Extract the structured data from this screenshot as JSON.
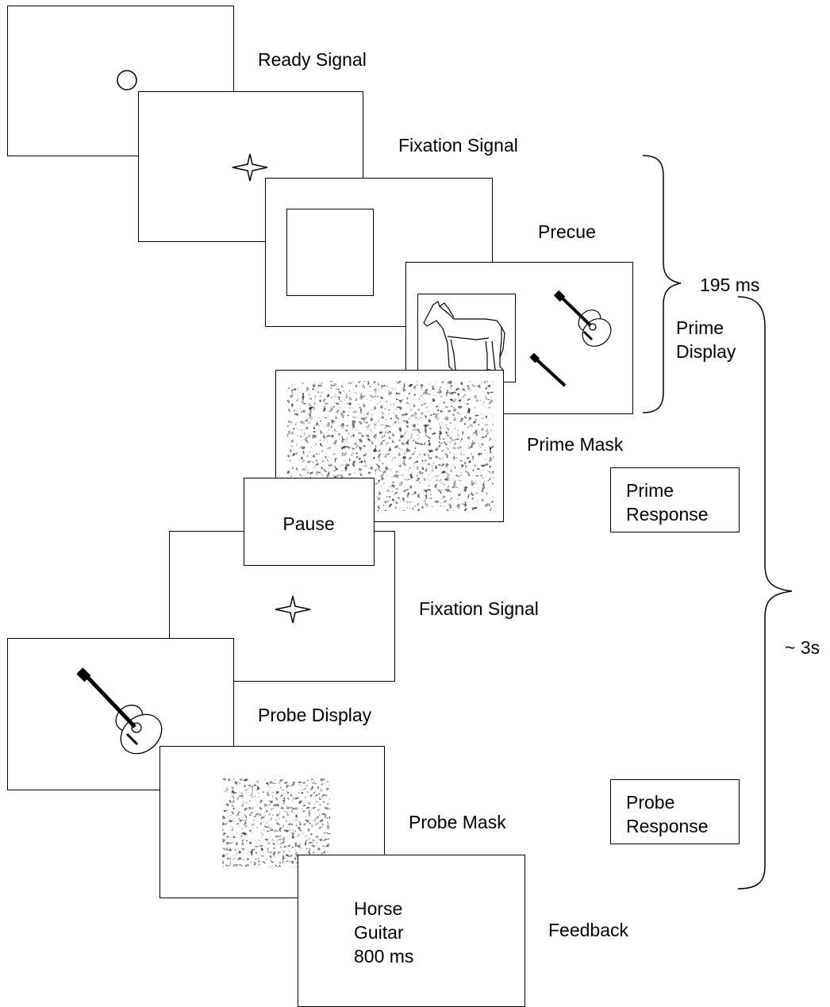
{
  "stages": {
    "ready_signal": "Ready Signal",
    "fixation_signal_1": "Fixation Signal",
    "precue": "Precue",
    "prime_display": "Prime\nDisplay",
    "prime_mask": "Prime Mask",
    "fixation_signal_2": "Fixation Signal",
    "probe_display": "Probe Display",
    "probe_mask": "Probe Mask",
    "feedback": "Feedback"
  },
  "screens": {
    "pause_text": "Pause",
    "feedback_lines": "Horse\nGuitar\n800 ms"
  },
  "responses": {
    "prime_response": "Prime\nResponse",
    "probe_response": "Probe\nResponse"
  },
  "timing": {
    "prime_duration": "195 ms",
    "trial_duration": "~ 3s"
  },
  "icons": {
    "ready": "circle-icon",
    "fixation": "four-point-star-icon",
    "prime_images": [
      "horse-icon",
      "guitar-icon"
    ],
    "probe_image": "guitar-icon"
  }
}
